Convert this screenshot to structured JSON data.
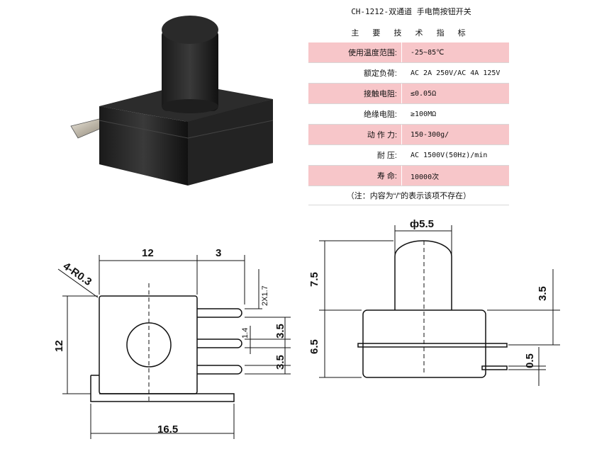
{
  "spec": {
    "title": "CH-1212-双通道 手电筒按钮开关",
    "subtitle": "主 要 技 术 指 标",
    "rows": [
      {
        "label": "使用温度范围:",
        "value": "-25~85℃"
      },
      {
        "label": "额定负荷:",
        "value": "AC 2A 250V/AC 4A 125V"
      },
      {
        "label": "接触电阻:",
        "value": "≤0.05Ω"
      },
      {
        "label": "绝缘电阻:",
        "value": "≥100MΩ"
      },
      {
        "label": "动 作 力:",
        "value": "150-300g/"
      },
      {
        "label": "耐    压:",
        "value": "AC 1500V(50Hz)/min"
      },
      {
        "label": "寿    命:",
        "value": "10000次"
      }
    ],
    "note": "（注：内容为“/”的表示该项不存在）"
  },
  "dims": {
    "top_width": "12",
    "pin_length": "3",
    "corner_radius": "4-R0.3",
    "left_height": "12",
    "pin_pitch_text": "2X1.7",
    "pin_width": "1.4",
    "pitch_1": "3.5",
    "pitch_2": "3.5",
    "bottom_width": "16.5",
    "cap_diameter": "ф5.5",
    "cap_height": "7.5",
    "body_height": "6.5",
    "right_upper": "3.5",
    "right_lower": "0.5"
  },
  "colors": {
    "pink_row": "#f7c6c9",
    "line": "#111111"
  }
}
